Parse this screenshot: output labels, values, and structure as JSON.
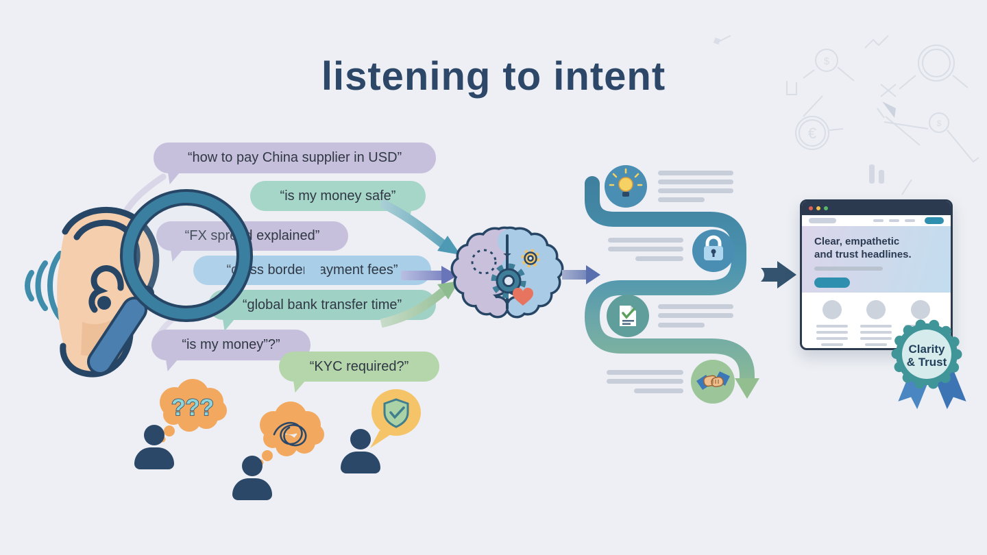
{
  "title": "listening to intent",
  "colors": {
    "background": "#edeff4",
    "title_text": "#2d4768",
    "navy": "#2b4868",
    "teal": "#3f7e99",
    "path_green": "#93bf90",
    "bubble_lavender": "#c7c0dc",
    "bubble_mint": "#a6d6c8",
    "bubble_blue": "#a9cfe8",
    "bubble_teal": "#9fd2c5",
    "bubble_green": "#b5d6ab",
    "thought_orange": "#f2a85e",
    "shield_bubble_yellow": "#f5c468",
    "heart_red": "#e7745e",
    "gear_yellow": "#f0c468",
    "browser_bar": "#2c3a50",
    "button_teal": "#2f8fae",
    "badge_teal": "#3f9598",
    "badge_inner": "#d6ecec",
    "ribbon_blue": "#4a86c2"
  },
  "listening": {
    "icons": [
      "ear-icon",
      "sound-waves-icon",
      "magnifying-glass-icon"
    ],
    "bubbles": [
      {
        "text": "“how to pay China supplier in USD”",
        "color": "#c7c0dc"
      },
      {
        "text": "“is my money safe”",
        "color": "#a6d6c8"
      },
      {
        "text": "“FX spread explained”",
        "color": "#c7c0dc"
      },
      {
        "text": "“cross border payment fees”",
        "color": "#a9cfe8"
      },
      {
        "text": "“global bank transfer time”",
        "color": "#9fd2c5"
      },
      {
        "text": "“is my money”?”",
        "color": "#c7c0dc"
      },
      {
        "text": "“KYC required?”",
        "color": "#b5d6ab"
      }
    ]
  },
  "customers": [
    {
      "icon": "person-icon",
      "thought": "question-marks-thought-cloud",
      "marks": "???"
    },
    {
      "icon": "person-icon",
      "thought": "tangled-scribble-thought-cloud"
    },
    {
      "icon": "person-icon",
      "thought": "shield-check-speech-bubble"
    }
  ],
  "processing": {
    "icon": "brain-icon",
    "details": [
      "dashed-circle-icon",
      "gear-icon",
      "small-gear-icon",
      "heart-icon"
    ]
  },
  "journey": {
    "steps": [
      {
        "icon": "lightbulb-icon",
        "text_lines": 4
      },
      {
        "icon": "lock-icon",
        "text_lines": 3
      },
      {
        "icon": "document-check-icon",
        "text_lines": 3
      },
      {
        "icon": "handshake-icon",
        "text_lines": 3
      }
    ]
  },
  "browser": {
    "window_dots": [
      "#e06055",
      "#f2c14e",
      "#57b86a"
    ],
    "headline_line1": "Clear, empathetic",
    "headline_line2": "and trust headlines.",
    "nav_items": 3,
    "content_columns": 3
  },
  "badge": {
    "line1": "Clarity",
    "line2": "& Trust"
  }
}
